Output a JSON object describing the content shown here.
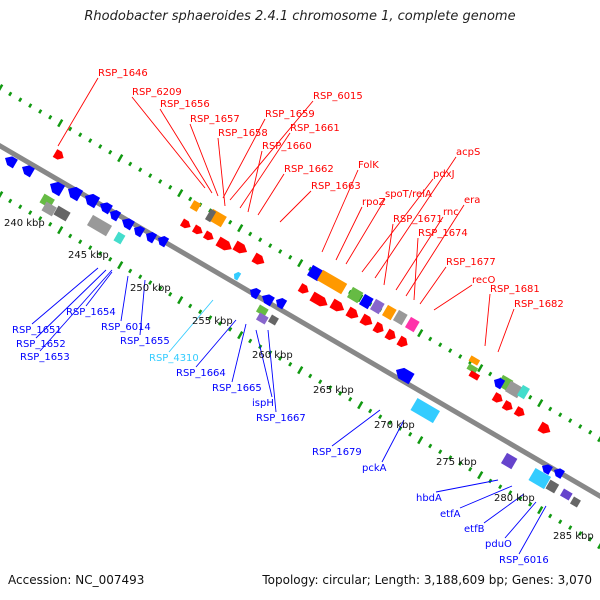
{
  "title": "Rhodobacter sphaeroides 2.4.1 chromosome 1, complete genome",
  "footer": {
    "accession": "Accession: NC_007493",
    "summary": "Topology: circular; Length: 3,188,609 bp; Genes: 3,070"
  },
  "colors": {
    "forward_strand": "#ff0000",
    "reverse_strand": "#0000ff",
    "rna_gene": "#33ccff",
    "backbone": "#888888",
    "tick": "#119911"
  },
  "kbp_ticks": [
    "240 kbp",
    "245 kbp",
    "250 kbp",
    "255 kbp",
    "260 kbp",
    "265 kbp",
    "270 kbp",
    "275 kbp",
    "280 kbp",
    "285 kbp"
  ],
  "top_labels": [
    "RSP_1646",
    "RSP_6209",
    "RSP_1656",
    "RSP_1657",
    "RSP_1659",
    "RSP_6015",
    "RSP_1658",
    "RSP_1661",
    "RSP_1660",
    "RSP_1662",
    "RSP_1663",
    "FolK",
    "rpoZ",
    "spoT/relA",
    "pdxJ",
    "acpS",
    "RSP_1671",
    "rnc",
    "era",
    "RSP_1674",
    "RSP_1677",
    "recO",
    "RSP_1681",
    "RSP_1682"
  ],
  "bottom_labels": [
    "RSP_1654",
    "RSP_1651",
    "RSP_1652",
    "RSP_1653",
    "RSP_6014",
    "RSP_1655",
    "RSP_4310",
    "RSP_1664",
    "RSP_1665",
    "ispH",
    "RSP_1667",
    "RSP_1679",
    "pckA",
    "hbdA",
    "etfA",
    "etfB",
    "pduO",
    "RSP_6016"
  ]
}
